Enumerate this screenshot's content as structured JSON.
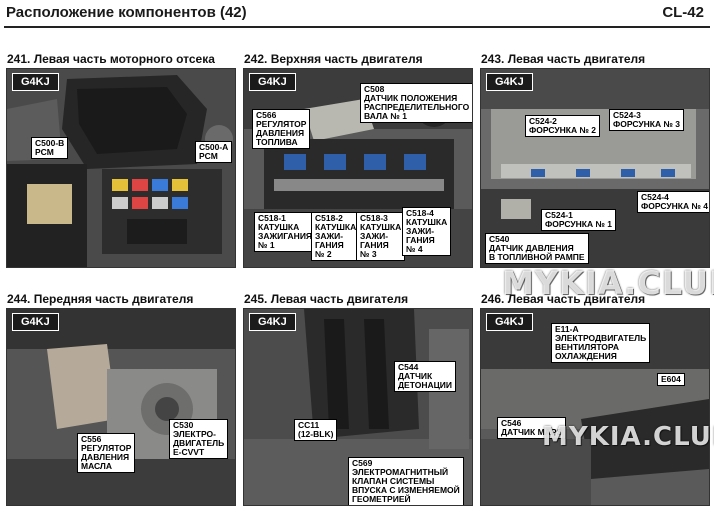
{
  "header": {
    "title": "Расположение компонентов (42)",
    "page": "CL-42"
  },
  "engine_code": "G4KJ",
  "colors": {
    "callout_bg": "#ffffff",
    "tag_bg": "#1b1b1b",
    "rule": "#222222"
  },
  "panels": [
    {
      "title": "241. Левая часть моторного отсека",
      "callouts": [
        {
          "lines": [
            "C500-B",
            "PCM"
          ]
        },
        {
          "lines": [
            "C500-A",
            "PCM"
          ]
        }
      ]
    },
    {
      "title": "242. Верхняя часть двигателя",
      "callouts": [
        {
          "lines": [
            "C508",
            "ДАТЧИК ПОЛОЖЕНИЯ",
            "РАСПРЕДЕЛИТЕЛЬНОГО",
            "ВАЛА № 1"
          ]
        },
        {
          "lines": [
            "C566",
            "РЕГУЛЯТОР",
            "ДАВЛЕНИЯ",
            "ТОПЛИВА"
          ]
        },
        {
          "lines": [
            "C518-1",
            "КАТУШКА",
            "ЗАЖИГАНИЯ",
            "№ 1"
          ]
        },
        {
          "lines": [
            "C518-2",
            "КАТУШКА",
            "ЗАЖИ-",
            "ГАНИЯ",
            "№ 2"
          ]
        },
        {
          "lines": [
            "C518-3",
            "КАТУШКА",
            "ЗАЖИ-",
            "ГАНИЯ",
            "№ 3"
          ]
        },
        {
          "lines": [
            "C518-4",
            "КАТУШКА",
            "ЗАЖИ-",
            "ГАНИЯ",
            "№ 4"
          ]
        }
      ]
    },
    {
      "title": "243. Левая часть двигателя",
      "callouts": [
        {
          "lines": [
            "C524-2",
            "ФОРСУНКА № 2"
          ]
        },
        {
          "lines": [
            "C524-3",
            "ФОРСУНКА № 3"
          ]
        },
        {
          "lines": [
            "C524-4",
            "ФОРСУНКА № 4"
          ]
        },
        {
          "lines": [
            "C524-1",
            "ФОРСУНКА № 1"
          ]
        },
        {
          "lines": [
            "C540",
            "ДАТЧИК ДАВЛЕНИЯ",
            "В ТОПЛИВНОЙ РАМПЕ"
          ]
        }
      ]
    },
    {
      "title": "244. Передняя часть двигателя",
      "callouts": [
        {
          "lines": [
            "C556",
            "РЕГУЛЯТОР",
            "ДАВЛЕНИЯ",
            "МАСЛА"
          ]
        },
        {
          "lines": [
            "C530",
            "ЭЛЕКТРО-",
            "ДВИГАТЕЛЬ",
            "E-CVVT"
          ]
        }
      ]
    },
    {
      "title": "245. Левая часть двигателя",
      "callouts": [
        {
          "lines": [
            "C544",
            "ДАТЧИК",
            "ДЕТОНАЦИИ"
          ]
        },
        {
          "lines": [
            "CC11",
            "(12-BLK)"
          ]
        },
        {
          "lines": [
            "C569",
            "ЭЛЕКТРОМАГНИТНЫЙ",
            "КЛАПАН СИСТЕМЫ",
            "ВПУСКА С ИЗМЕНЯЕМОЙ",
            "ГЕОМЕТРИЕЙ"
          ]
        }
      ]
    },
    {
      "title": "246. Левая часть двигателя",
      "callouts": [
        {
          "lines": [
            "E11-A",
            "ЭЛЕКТРОДВИГАТЕЛЬ",
            "ВЕНТИЛЯТОРА",
            "ОХЛАЖДЕНИЯ"
          ]
        },
        {
          "lines": [
            "E604"
          ]
        },
        {
          "lines": [
            "C546",
            "ДАТЧИК MAPS"
          ]
        }
      ]
    }
  ],
  "watermarks": [
    "MYKIA.CLUB",
    "MYKIA.CLUB"
  ]
}
